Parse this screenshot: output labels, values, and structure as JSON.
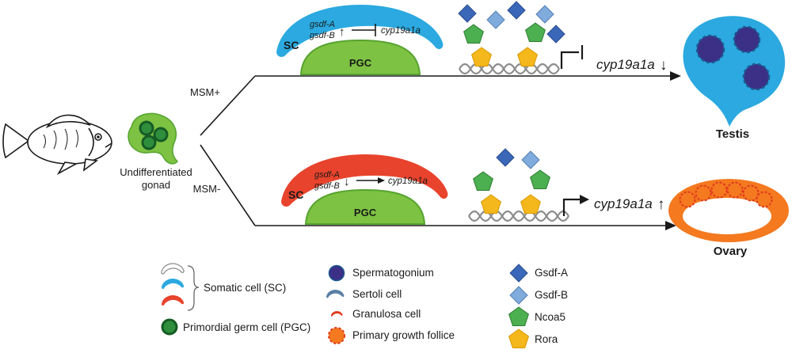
{
  "colors": {
    "sc_blue": "#2BA9E0",
    "sc_red": "#E8432C",
    "pgc_green": "#7DC242",
    "pgc_green_stroke": "#56A330",
    "germ_green": "#2F8E3C",
    "germ_green_ring": "#155B25",
    "testis_blue": "#2BA9E0",
    "spermatogonium_purple": "#3B2F86",
    "sertoli_dash_blue": "#1B5A8F",
    "sertoli_blue": "#5B7FA6",
    "ovary_orange": "#F4791F",
    "follicle_orange": "#F4791F",
    "follicle_ring_red": "#E03A1E",
    "granulosa_red": "#E03A1E",
    "gsdf_a_blue": "#3A67B8",
    "gsdf_a_stroke": "#2A4C8C",
    "gsdf_b_blue": "#7FABDD",
    "gsdf_b_stroke": "#5580B3",
    "ncoa5_green": "#4CAF50",
    "ncoa5_stroke": "#2E7D32",
    "rora_yellow": "#F5B81C",
    "rora_stroke": "#D99800",
    "dna_gray": "#8C8C8C",
    "white": "#FFFFFF",
    "crescent_white_stroke": "#8A8A8A"
  },
  "gonad": {
    "label_line1": "Undifferentiated",
    "label_line2": "gonad"
  },
  "branches": {
    "plus": "MSM+",
    "minus": "MSM-"
  },
  "top_path": {
    "sc_label": "SC",
    "pgc_label": "PGC",
    "gene_a": "gsdf-A",
    "gene_b": "gsdf-B",
    "gene_regulation_arrow": "↑",
    "target_gene": "cyp19a1a",
    "outcome_gene": "cyp19a1a",
    "outcome_arrow": "↓",
    "organ_label": "Testis"
  },
  "bottom_path": {
    "sc_label": "SC",
    "pgc_label": "PGC",
    "gene_a": "gsdf-A",
    "gene_b": "gsdf-B",
    "gene_regulation_arrow": "↓",
    "target_gene": "cyp19a1a",
    "outcome_gene": "cyp19a1a",
    "outcome_arrow": "↑",
    "organ_label": "Ovary"
  },
  "legend": {
    "somatic_cell_label": "Somatic cell (SC)",
    "pgc_label": "Primordial germ cell (PGC)",
    "spermatogonium_label": "Spermatogonium",
    "sertoli_label": "Sertoli cell",
    "granulosa_label": "Granulosa cell",
    "follicle_label": "Primary growth follice",
    "gsdf_a_label": "Gsdf-A",
    "gsdf_b_label": "Gsdf-B",
    "ncoa5_label": "Ncoa5",
    "rora_label": "Rora"
  }
}
